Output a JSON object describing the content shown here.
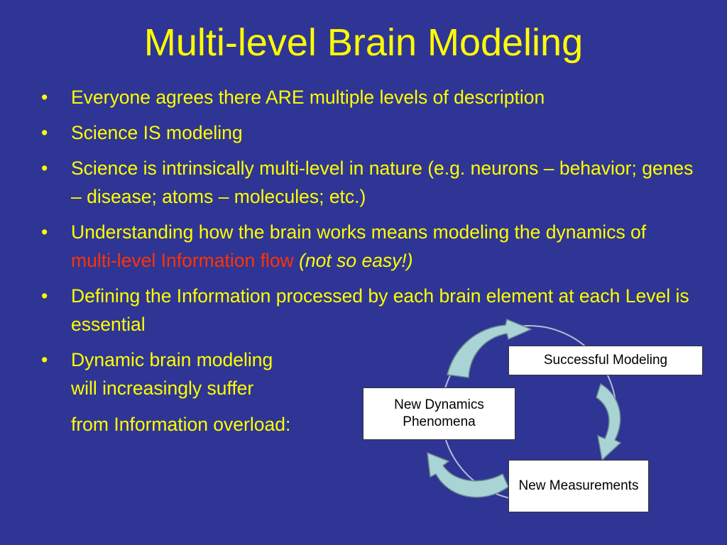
{
  "slide": {
    "title": "Multi-level Brain Modeling",
    "bullet_marker": "•",
    "bullets": [
      {
        "text": "Everyone agrees there ARE multiple levels of description"
      },
      {
        "text": "Science IS modeling"
      },
      {
        "text": "Science is intrinsically multi-level in nature (e.g. neurons – behavior; genes – disease; atoms – molecules; etc.)"
      },
      {
        "text_before": "Understanding how the brain works means modeling the dynamics of ",
        "highlight": "multi-level Information flow",
        "italic": "(not so easy!)"
      },
      {
        "text": "Defining the Information processed by each brain element at each Level is essential"
      },
      {
        "line1": "Dynamic brain modeling",
        "line2": "will increasingly suffer"
      }
    ],
    "extra_line": "from Information overload:"
  },
  "cycle": {
    "box_success": "Successful Modeling",
    "box_new_dynamics": "New Dynamics Phenomena",
    "box_new_measurements": "New Measurements"
  },
  "colors": {
    "background": "#2f3594",
    "text": "#ffff00",
    "highlight": "#ff3300",
    "arrow_fill": "#a9d4d6",
    "circle": "#b9b9d6"
  }
}
